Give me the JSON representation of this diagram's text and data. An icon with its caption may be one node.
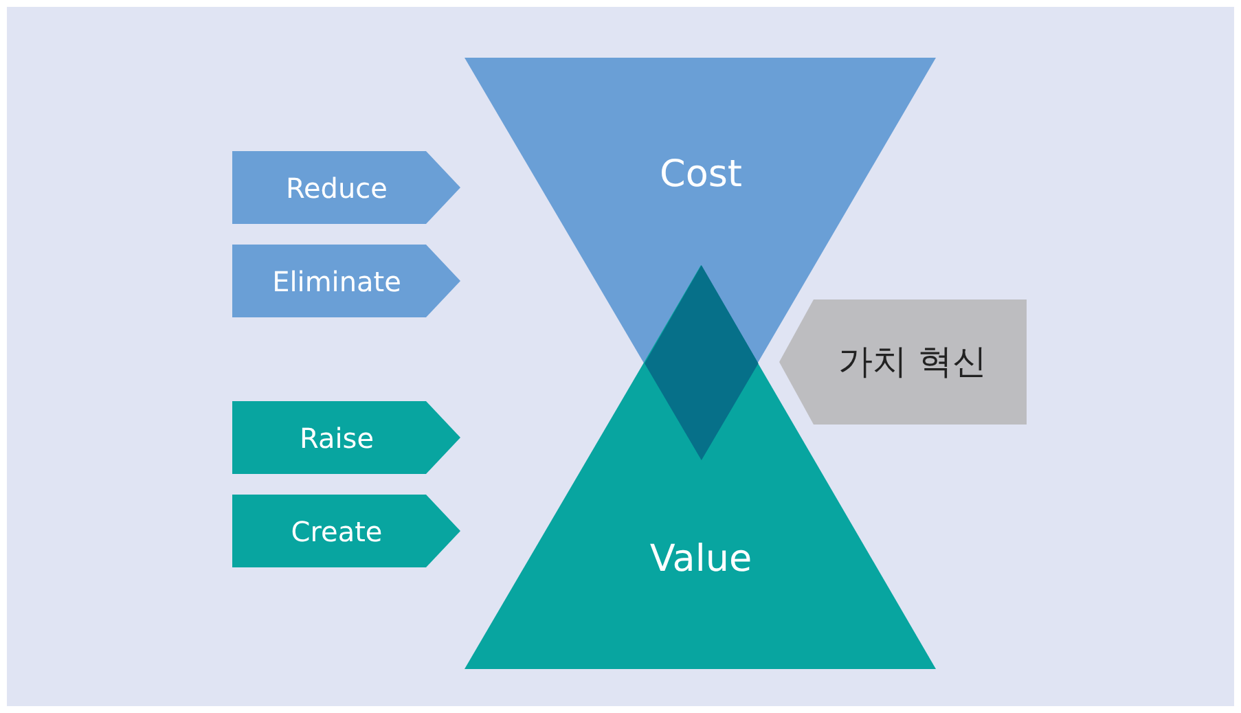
{
  "diagram": {
    "nodes": [
      {
        "text": [
          "Cost"
        ]
      },
      {
        "text": [
          "Value"
        ]
      },
      {
        "text": [
          "Reduce"
        ]
      },
      {
        "text": [
          "Eliminate"
        ]
      },
      {
        "text": [
          "Raise"
        ]
      },
      {
        "text": [
          "Create"
        ]
      },
      {
        "text": [
          "가치 혁신"
        ]
      },
      {
        "text": [],
        "shape": "diamond"
      }
    ]
  }
}
